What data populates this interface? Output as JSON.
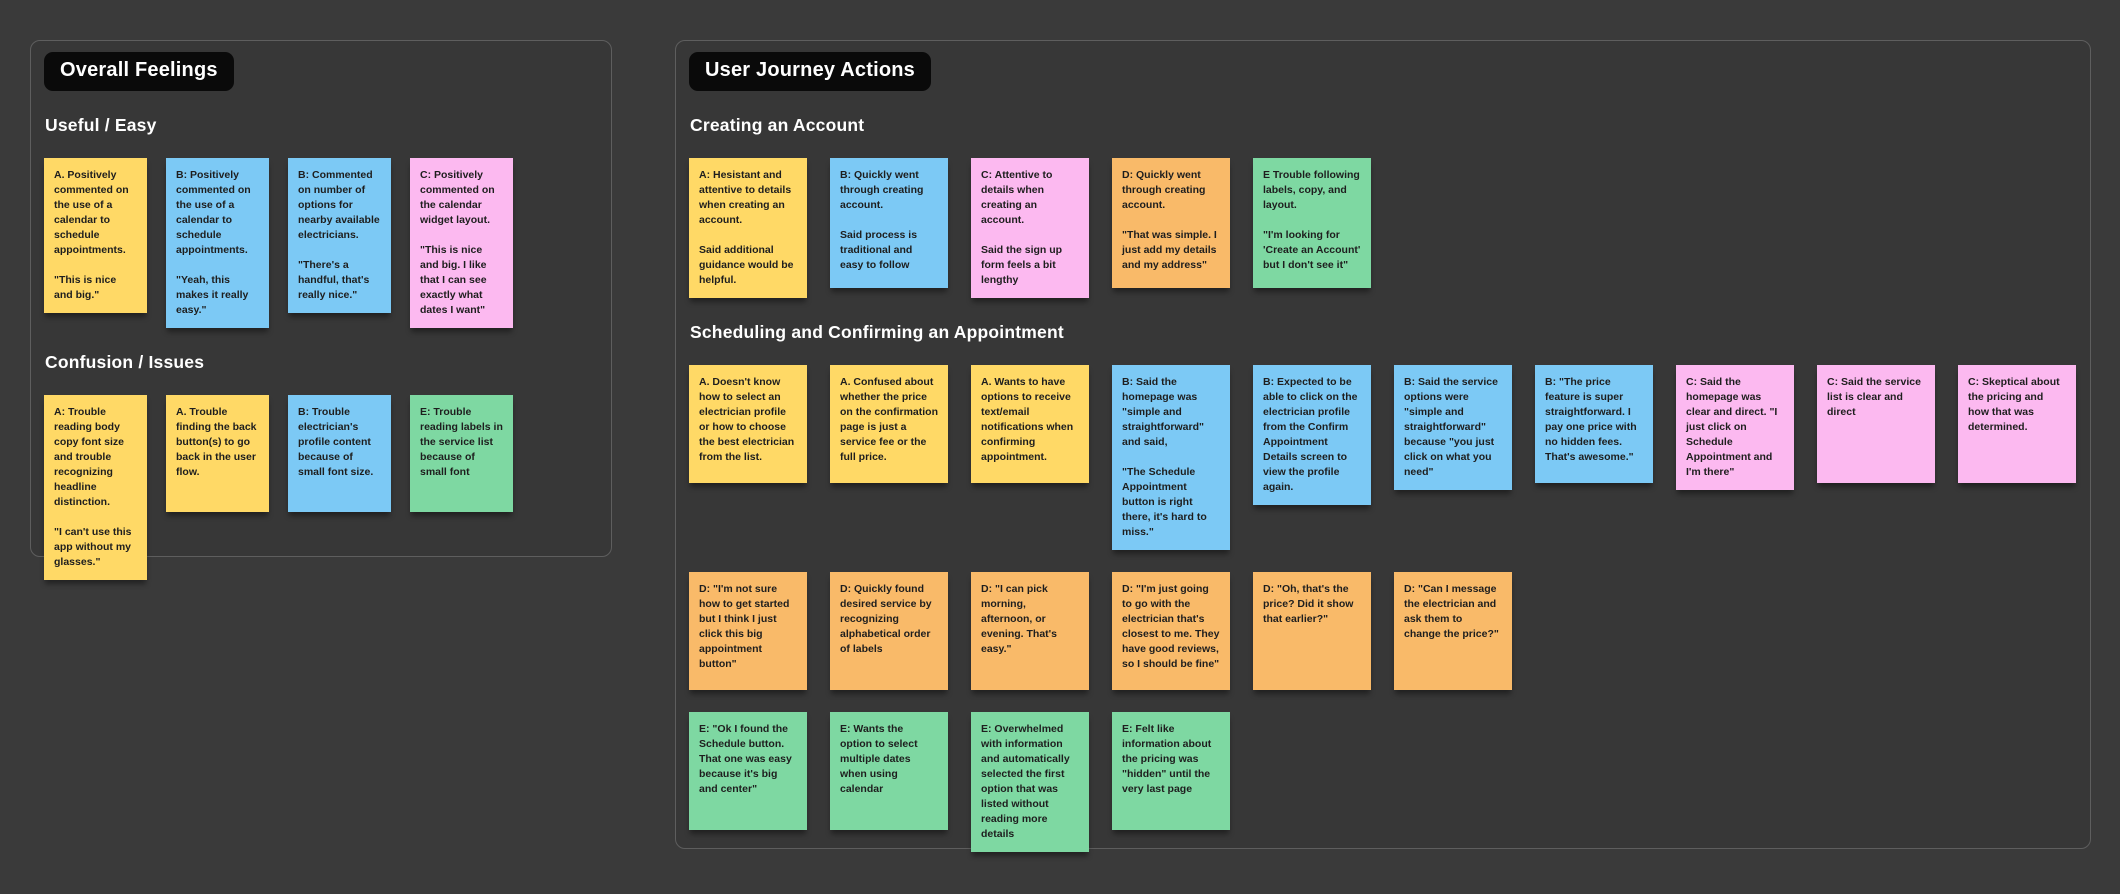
{
  "palette": {
    "yellow": "#FFD966",
    "blue": "#7CC9F5",
    "pink": "#FCB9F0",
    "orange": "#F9BA69",
    "green": "#7ED8A2",
    "chip_bg": "#0A0A0A",
    "canvas_bg": "#3A3A3A",
    "frame_border": "#5E5E5E",
    "note_text": "#1E1E1E",
    "heading_text": "#FFFFFF"
  },
  "sections": [
    {
      "title": "Overall Feelings",
      "groups": [
        {
          "heading": "Useful / Easy",
          "rows": [
            [
              {
                "color": "yellow",
                "text": "A. Positively commented on the use of a calendar to schedule appointments.\n\n\"This is nice and big.\""
              },
              {
                "color": "blue",
                "text": "B: Positively commented on the use of a calendar to schedule appointments.\n\n\"Yeah, this makes it really easy.\""
              },
              {
                "color": "blue",
                "text": "B: Commented on number of options for nearby available electricians.\n\n\"There's a handful, that's really nice.\""
              },
              {
                "color": "pink",
                "text": "C: Positively commented on the calendar widget layout.\n\n\"This is nice and big. I like that I can see exactly what dates I want\""
              }
            ]
          ]
        },
        {
          "heading": "Confusion / Issues",
          "rows": [
            [
              {
                "color": "yellow",
                "text": "A: Trouble reading body copy font size and trouble recognizing headline distinction.\n\n\"I can't use this app without my glasses.\""
              },
              {
                "color": "yellow",
                "text": "A. Trouble finding the back button(s) to go back in the user flow."
              },
              {
                "color": "blue",
                "text": "B: Trouble electrician's profile content because of small font size."
              },
              {
                "color": "green",
                "text": "E: Trouble reading labels in the service list because of small font"
              }
            ]
          ]
        }
      ]
    },
    {
      "title": "User Journey Actions",
      "groups": [
        {
          "heading": "Creating an Account",
          "rows": [
            [
              {
                "color": "yellow",
                "text": "A: Hesistant and attentive to details when creating an account.\n\nSaid additional guidance would be helpful."
              },
              {
                "color": "blue",
                "text": "B: Quickly went through creating account.\n\nSaid process is traditional and easy to follow"
              },
              {
                "color": "pink",
                "text": "C: Attentive to details when creating an account.\n\nSaid the sign up form feels a bit lengthy"
              },
              {
                "color": "orange",
                "text": "D: Quickly went through creating account.\n\n\"That was simple. I just add my details and my address\""
              },
              {
                "color": "green",
                "text": "E  Trouble following labels, copy, and layout.\n\n\"I'm looking for 'Create an Account' but I don't see it\""
              }
            ]
          ]
        },
        {
          "heading": "Scheduling and Confirming an Appointment",
          "rows": [
            [
              {
                "color": "yellow",
                "text": "A. Doesn't know how to select an electrician profile or how to choose the best electrician from the list."
              },
              {
                "color": "yellow",
                "text": "A. Confused about whether the price on the confirmation page is just a service fee or the full price."
              },
              {
                "color": "yellow",
                "text": "A. Wants to have options to receive text/email notifications when confirming appointment."
              },
              {
                "color": "blue",
                "text": "B: Said the homepage was \"simple and straightforward\" and said,\n\n\"The Schedule Appointment button is right there, it's hard to miss.\""
              },
              {
                "color": "blue",
                "text": "B: Expected to be able to click on the electrician profile from the Confirm Appointment Details screen to view the profile again."
              },
              {
                "color": "blue",
                "text": "B: Said the service options were \"simple and straightforward\" because \"you just click on what you need\""
              },
              {
                "color": "blue",
                "text": "B: \"The price feature is super straightforward. I pay one price with no hidden fees. That's awesome.\""
              },
              {
                "color": "pink",
                "text": "C: Said the homepage was clear and direct. \"I just click on Schedule Appointment and I'm there\""
              },
              {
                "color": "pink",
                "text": "C: Said the service list is clear and direct"
              },
              {
                "color": "pink",
                "text": "C: Skeptical about the pricing and how that was determined."
              }
            ],
            [
              {
                "color": "orange",
                "text": "D: \"I'm not sure how to get started but I think I just click this big appointment button\""
              },
              {
                "color": "orange",
                "text": "D: Quickly found desired service by recognizing alphabetical order of labels"
              },
              {
                "color": "orange",
                "text": "D: \"I can pick morning, afternoon, or evening. That's easy.\""
              },
              {
                "color": "orange",
                "text": "D: \"I'm just going to go with the electrician that's closest to me. They have good reviews, so I should be fine\""
              },
              {
                "color": "orange",
                "text": "D: \"Oh, that's the price? Did it show that earlier?\""
              },
              {
                "color": "orange",
                "text": "D: \"Can I message the electrician and ask them to change the price?\""
              }
            ],
            [
              {
                "color": "green",
                "text": "E: \"Ok I found the Schedule button. That one was easy because it's big and center\""
              },
              {
                "color": "green",
                "text": "E: Wants the option to select multiple dates when using calendar"
              },
              {
                "color": "green",
                "text": "E: Overwhelmed with information and automatically selected the first option that was listed without reading more details"
              },
              {
                "color": "green",
                "text": "E: Felt like information about the pricing was \"hidden\" until the very last page"
              }
            ]
          ]
        }
      ]
    }
  ]
}
